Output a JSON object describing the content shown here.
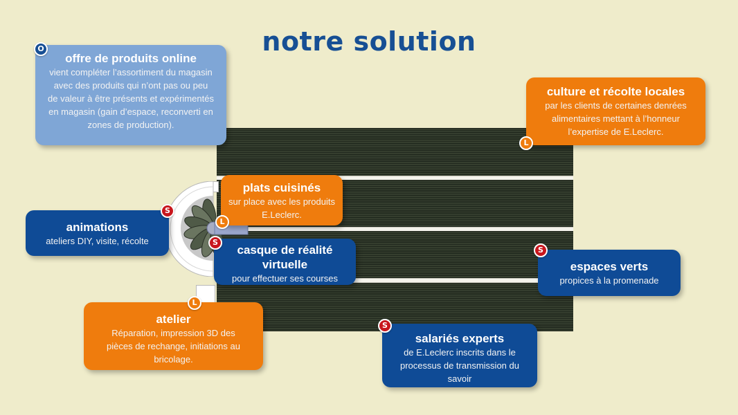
{
  "title": "notre solution",
  "colors": {
    "background": "#efeccb",
    "title": "#174f94",
    "box_blue": "#0f4b96",
    "box_light_blue": "#7fa6d6",
    "box_orange": "#ef7c0d",
    "badge_red": "#c8161d",
    "field_dark": "#2d3529",
    "path_light": "#f4f3ec"
  },
  "badges": {
    "offre": "O",
    "culture": "L",
    "animations": "S",
    "plats": "L",
    "casque": "S",
    "espaces": "S",
    "atelier": "L",
    "salaries": "S"
  },
  "callouts": {
    "offre": {
      "title": "offre de produits online",
      "body": "vient compléter l’assortiment du magasin avec des produits qui n’ont pas ou peu de valeur à être présents et expérimentés en magasin (gain d’espace, reconverti en zones de production)."
    },
    "culture": {
      "title": "culture et récolte locales",
      "body": "par les clients de certaines denrées alimentaires mettant à l’honneur l’expertise de E.Leclerc."
    },
    "plats": {
      "title": "plats cuisinés",
      "body": "sur place avec les produits E.Leclerc."
    },
    "animations": {
      "title": "animations",
      "body": "ateliers DIY, visite, récolte"
    },
    "casque": {
      "title": "casque de réalité virtuelle",
      "body": "pour effectuer ses courses"
    },
    "espaces": {
      "title": "espaces verts",
      "body": "propices à la promenade"
    },
    "atelier": {
      "title": "atelier",
      "body": "Réparation, impression 3D des pièces de rechange, initiations au bricolage."
    },
    "salaries": {
      "title": "salariés experts",
      "body": "de E.Leclerc inscrits dans le processus de transmission du savoir"
    }
  }
}
